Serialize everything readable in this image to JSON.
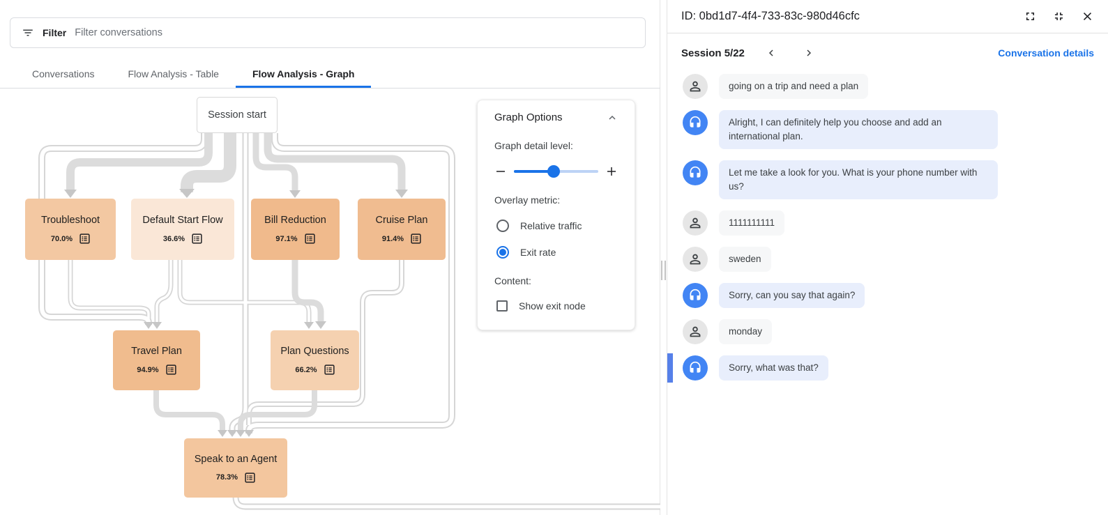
{
  "left_panel": {
    "filter_bar": {
      "label": "Filter",
      "placeholder": "Filter conversations"
    },
    "tabs": [
      {
        "label": "Conversations",
        "active": false
      },
      {
        "label": "Flow Analysis - Table",
        "active": false
      },
      {
        "label": "Flow Analysis - Graph",
        "active": true
      }
    ],
    "graph": {
      "start_node": {
        "label": "Session start"
      },
      "nodes": [
        {
          "id": "troubleshoot",
          "label": "Troubleshoot",
          "exit_rate": "70.0%",
          "color": "#f3c8a2"
        },
        {
          "id": "default-start-flow",
          "label": "Default Start Flow",
          "exit_rate": "36.6%",
          "color": "#fae7d7"
        },
        {
          "id": "bill-reduction",
          "label": "Bill Reduction",
          "exit_rate": "97.1%",
          "color": "#f0ba8c"
        },
        {
          "id": "cruise-plan",
          "label": "Cruise Plan",
          "exit_rate": "91.4%",
          "color": "#f0bc90"
        },
        {
          "id": "travel-plan",
          "label": "Travel Plan",
          "exit_rate": "94.9%",
          "color": "#f0bc8e"
        },
        {
          "id": "plan-questions",
          "label": "Plan Questions",
          "exit_rate": "66.2%",
          "color": "#f5d1b0"
        },
        {
          "id": "speak-to-an-agent",
          "label": "Speak to an Agent",
          "exit_rate": "78.3%",
          "color": "#f3c69e"
        }
      ]
    },
    "graph_options": {
      "title": "Graph Options",
      "detail_label": "Graph detail level:",
      "slider_fill": "47%",
      "overlay_label": "Overlay metric:",
      "radios": [
        {
          "label": "Relative traffic",
          "selected": false
        },
        {
          "label": "Exit rate",
          "selected": true
        }
      ],
      "content_label": "Content:",
      "checkbox": {
        "label": "Show exit node",
        "checked": false
      }
    },
    "colors": {
      "accent": "#1a73e8",
      "edge": "#dcdcdc",
      "arrow": "#c6c6c6"
    }
  },
  "right_panel": {
    "header": {
      "id_label": "ID: 0bd1d7-4f4-733-83c-980d46cfc"
    },
    "session_bar": {
      "session_label": "Session 5/22",
      "details_link": "Conversation details"
    },
    "messages": [
      {
        "speaker": "user",
        "text": "going on a trip and need a plan",
        "highlighted": false
      },
      {
        "speaker": "agent",
        "text": "Alright, I can definitely help you choose and add an international plan.",
        "highlighted": false
      },
      {
        "speaker": "agent",
        "text": "Let me take a look for you. What is your phone number with us?",
        "highlighted": false
      },
      {
        "speaker": "user",
        "text": "1111111111",
        "highlighted": false
      },
      {
        "speaker": "user",
        "text": "sweden",
        "highlighted": false
      },
      {
        "speaker": "agent",
        "text": "Sorry, can you say that again?",
        "highlighted": false
      },
      {
        "speaker": "user",
        "text": "monday",
        "highlighted": false
      },
      {
        "speaker": "agent",
        "text": "Sorry, what was that?",
        "highlighted": true
      }
    ],
    "colors": {
      "agent_bubble": "#e8eefc",
      "user_bubble": "#f6f7f8",
      "avatar_agent": "#4285f4",
      "highlight_bar": "#5680e9",
      "link": "#1a73e8"
    }
  }
}
